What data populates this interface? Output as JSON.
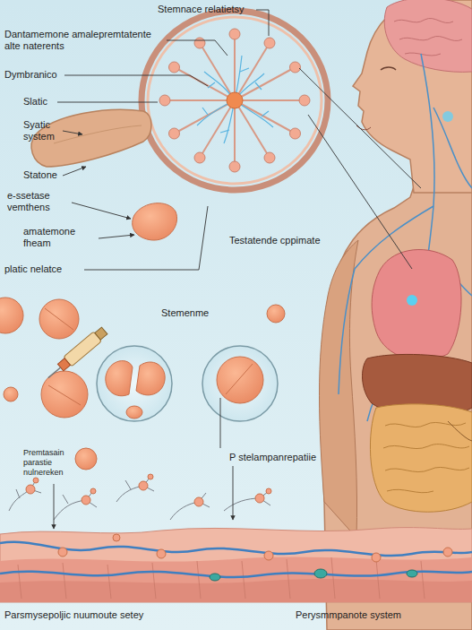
{
  "diagram": {
    "labels": [
      "Stemnace relatietsy",
      "Dantamemone amalepremtatente alte naterents",
      "Dymbranico",
      "Slatic",
      "Syatic system",
      "Statone",
      "e-ssetase vemthens",
      "amatemone fheam",
      "platic nelatce",
      "Testatende cppimate",
      "Stemenme",
      "Premtasain parastie nulnereken",
      "P stelampanrepatiie",
      "Parsmysepoljic nuumoute setey",
      "Perysmmpanote system"
    ]
  }
}
